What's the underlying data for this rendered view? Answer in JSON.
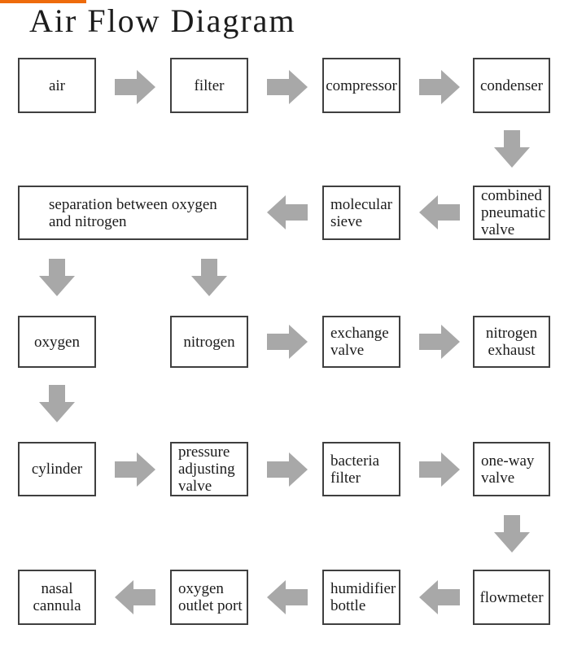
{
  "header": {
    "title": "Air Flow Diagram"
  },
  "colors": {
    "accent": "#ee6b0c",
    "arrow": "#a8a8a8",
    "box_border": "#3f3f3f",
    "text": "#1c1c1c",
    "background": "#ffffff"
  },
  "nodes": {
    "air": {
      "label": "air"
    },
    "filter": {
      "label": "filter"
    },
    "compressor": {
      "label": "compressor"
    },
    "condenser": {
      "label": "condenser"
    },
    "combined_pneumatic_valve": {
      "label": "combined pneumatic valve"
    },
    "molecular_sieve": {
      "label": "molecular sieve"
    },
    "separation": {
      "label": "separation between oxygen and nitrogen"
    },
    "oxygen": {
      "label": "oxygen"
    },
    "nitrogen": {
      "label": "nitrogen"
    },
    "exchange_valve": {
      "label": "exchange valve"
    },
    "nitrogen_exhaust": {
      "label": "nitrogen exhaust"
    },
    "cylinder": {
      "label": "cylinder"
    },
    "pressure_adjusting_valve": {
      "label": "pressure adjusting valve"
    },
    "bacteria_filter": {
      "label": "bacteria filter"
    },
    "one_way_valve": {
      "label": "one-way valve"
    },
    "flowmeter": {
      "label": "flowmeter"
    },
    "nasal_cannula": {
      "label": "nasal cannula"
    },
    "oxygen_outlet_port": {
      "label": "oxygen outlet port"
    },
    "humidifier_bottle": {
      "label": "humidifier bottle"
    }
  },
  "edges": [
    "air -> filter",
    "filter -> compressor",
    "compressor -> condenser",
    "condenser -> combined_pneumatic_valve",
    "combined_pneumatic_valve -> molecular_sieve",
    "molecular_sieve -> separation",
    "separation -> oxygen",
    "separation -> nitrogen",
    "nitrogen -> exchange_valve",
    "exchange_valve -> nitrogen_exhaust",
    "oxygen -> cylinder",
    "cylinder -> pressure_adjusting_valve",
    "pressure_adjusting_valve -> bacteria_filter",
    "bacteria_filter -> one_way_valve",
    "one_way_valve -> flowmeter",
    "flowmeter -> humidifier_bottle",
    "humidifier_bottle -> oxygen_outlet_port",
    "oxygen_outlet_port -> nasal_cannula"
  ]
}
